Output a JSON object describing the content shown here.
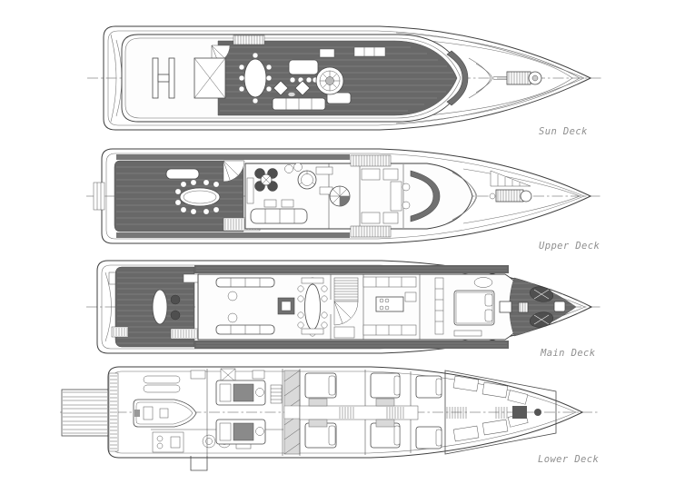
{
  "diagram": {
    "type": "yacht-general-arrangement",
    "decks": [
      {
        "id": "sun-deck",
        "label": "Sun Deck"
      },
      {
        "id": "upper-deck",
        "label": "Upper Deck"
      },
      {
        "id": "main-deck",
        "label": "Main Deck"
      },
      {
        "id": "lower-deck",
        "label": "Lower Deck"
      }
    ],
    "colors": {
      "background": "#ffffff",
      "line": "#3d3d3d",
      "teak_deck": "#686868",
      "dark_pad": "#4f4f4f",
      "label_text": "#8f8f8f"
    }
  }
}
